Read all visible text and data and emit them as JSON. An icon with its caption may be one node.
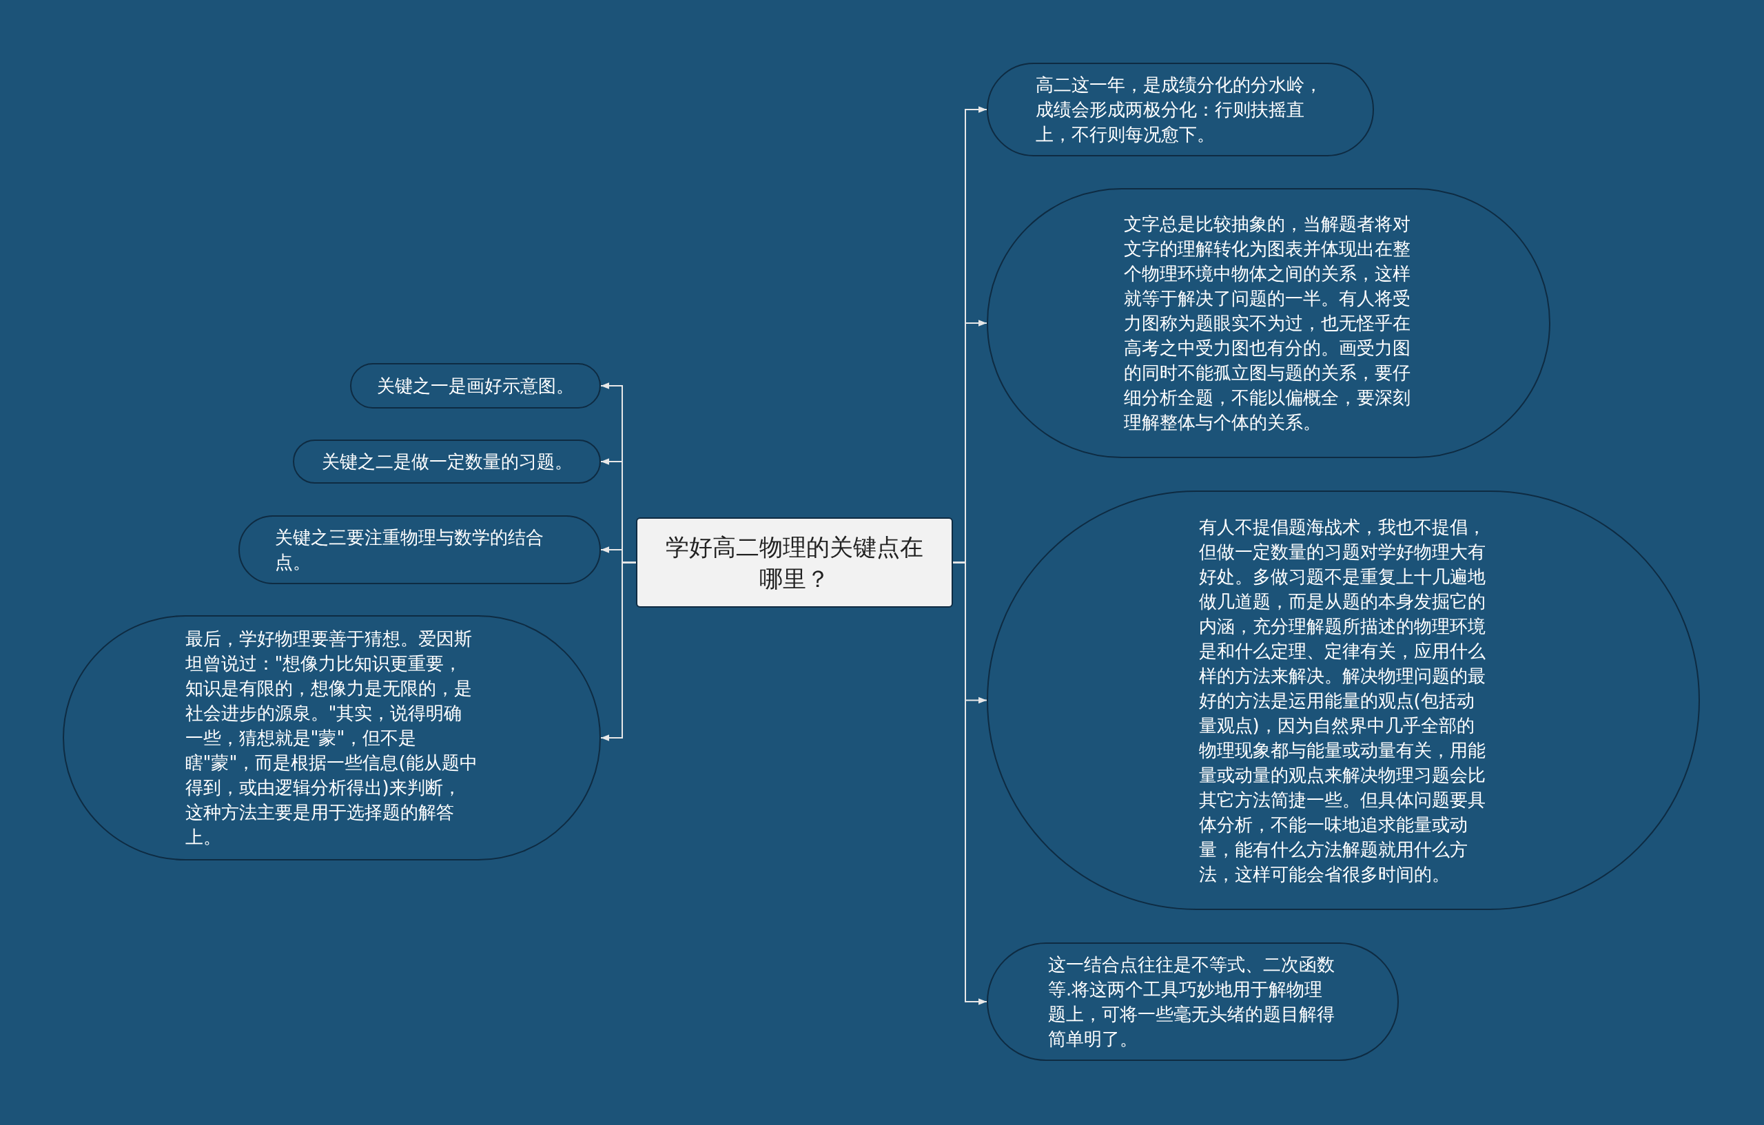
{
  "diagram": {
    "nodes": [
      {
        "text": [
          "学好高二物理的关键点在哪里？"
        ]
      },
      {
        "text": [
          "关键之一是画好示意图。"
        ]
      },
      {
        "text": [
          "关键之二是做一定数量的习题。"
        ]
      },
      {
        "text": [
          "关键之三要注重物理与数学的结合点。"
        ]
      },
      {
        "text": [
          "最后，学好物理要善于猜想。爱因斯坦曾说过：\"想像力比知识更重要，知识是有限的，想像力是无限的，是社会进步的源泉。\"其实，说得明确一些，猜想就是\"蒙\"，但不是瞎\"蒙\"，而是根据一些信息(能从题中得到，或由逻辑分析得出)来判断，这种方法主要是用于选择题的解答上。"
        ]
      },
      {
        "text": [
          "高二这一年，是成绩分化的分水岭，成绩会形成两极分化：行则扶摇直上，不行则每况愈下。"
        ]
      },
      {
        "text": [
          "文字总是比较抽象的，当解题者将对文字的理解转化为图表并体现出在整个物理环境中物体之间的关系，这样就等于解决了问题的一半。有人将受力图称为题眼实不为过，也无怪乎在高考之中受力图也有分的。画受力图的同时不能孤立图与题的关系，要仔细分析全题，不能以偏概全，要深刻理解整体与个体的关系。"
        ]
      },
      {
        "text": [
          "有人不提倡题海战术，我也不提倡，但做一定数量的习题对学好物理大有好处。多做习题不是重复上十几遍地做几道题，而是从题的本身发掘它的内涵，充分理解题所描述的物理环境是和什么定理、定律有关，应用什么样的方法来解决。解决物理问题的最好的方法是运用能量的观点(包括动量观点)，因为自然界中几乎全部的物理现象都与能量或动量有关，用能量或动量的观点来解决物理习题会比其它方法简捷一些。但具体问题要具体分析，不能一味地追求能量或动量，能有什么方法解题就用什么方法，这样可能会省很多时间的。"
        ]
      },
      {
        "text": [
          "这一结合点往往是不等式、二次函数等.将这两个工具巧妙地用于解物理题上，可将一些毫无头绪的题目解得简单明了。"
        ]
      }
    ],
    "edges": [
      {
        "from": 0,
        "to": 1,
        "arrow": "to"
      },
      {
        "from": 0,
        "to": 2,
        "arrow": "to"
      },
      {
        "from": 0,
        "to": 3,
        "arrow": "to"
      },
      {
        "from": 0,
        "to": 4,
        "arrow": "to"
      },
      {
        "from": 0,
        "to": 5,
        "arrow": "to"
      },
      {
        "from": 0,
        "to": 6,
        "arrow": "to"
      },
      {
        "from": 0,
        "to": 7,
        "arrow": "to"
      },
      {
        "from": 0,
        "to": 8,
        "arrow": "to"
      }
    ]
  }
}
